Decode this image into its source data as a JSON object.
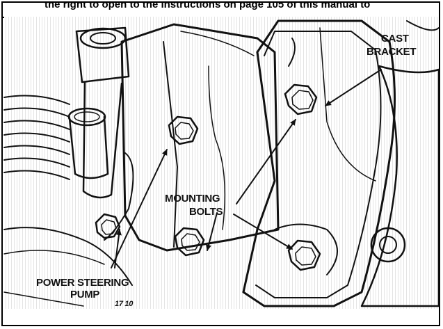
{
  "caption": "the right to open to the instructions on page 105 of this manual to",
  "labels": {
    "cast_bracket_line1": "CAST",
    "cast_bracket_line2": "BRACKET",
    "mounting_bolts_line1": "MOUNTING",
    "mounting_bolts_line2": "BOLTS",
    "power_steering_line1": "POWER STEERING",
    "power_steering_line2": "PUMP",
    "figure_marks": "17   10"
  },
  "icons": [
    "hex-bolt-icon",
    "arrow-icon"
  ]
}
